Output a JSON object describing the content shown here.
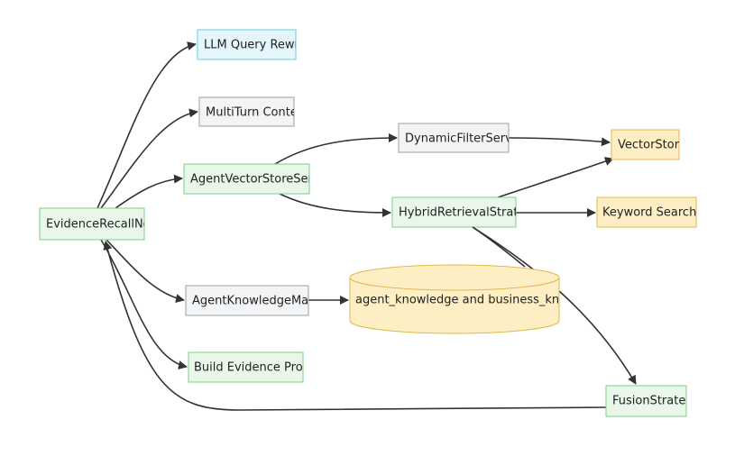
{
  "colors": {
    "green_fill": "#e8f7ea",
    "green_stroke": "#7ccf8a",
    "blue_fill": "#e3f6fc",
    "blue_stroke": "#6ccbe6",
    "gray_fill": "#f3f4f6",
    "gray_stroke": "#9aa0a6",
    "yellow_fill": "#fdeec3",
    "yellow_stroke": "#e1b84f",
    "edge": "#333333"
  },
  "nodes": {
    "evidence_recall": {
      "label": "EvidenceRecallNo",
      "style": "green"
    },
    "llm_query_rewrite": {
      "label": "LLM Query Rewr",
      "style": "blue"
    },
    "multiturn_context": {
      "label": "MultiTurn Conte",
      "style": "gray"
    },
    "agent_vector_store": {
      "label": "AgentVectorStoreServ",
      "style": "green"
    },
    "dynamic_filter": {
      "label": "DynamicFilterServ",
      "style": "gray"
    },
    "vector_store": {
      "label": "VectorStor",
      "style": "yellow"
    },
    "hybrid_retrieval": {
      "label": "HybridRetrievalStrat",
      "style": "green"
    },
    "keyword_search": {
      "label": "Keyword Search",
      "style": "yellow"
    },
    "agent_knowledge_map": {
      "label": "AgentKnowledgeMap",
      "style": "gray"
    },
    "knowledge_db": {
      "label": "agent_knowledge and business_know",
      "style": "yellow"
    },
    "build_evidence": {
      "label": "Build Evidence Pron",
      "style": "green"
    },
    "fusion_strategy": {
      "label": "FusionStrate",
      "style": "green"
    }
  }
}
